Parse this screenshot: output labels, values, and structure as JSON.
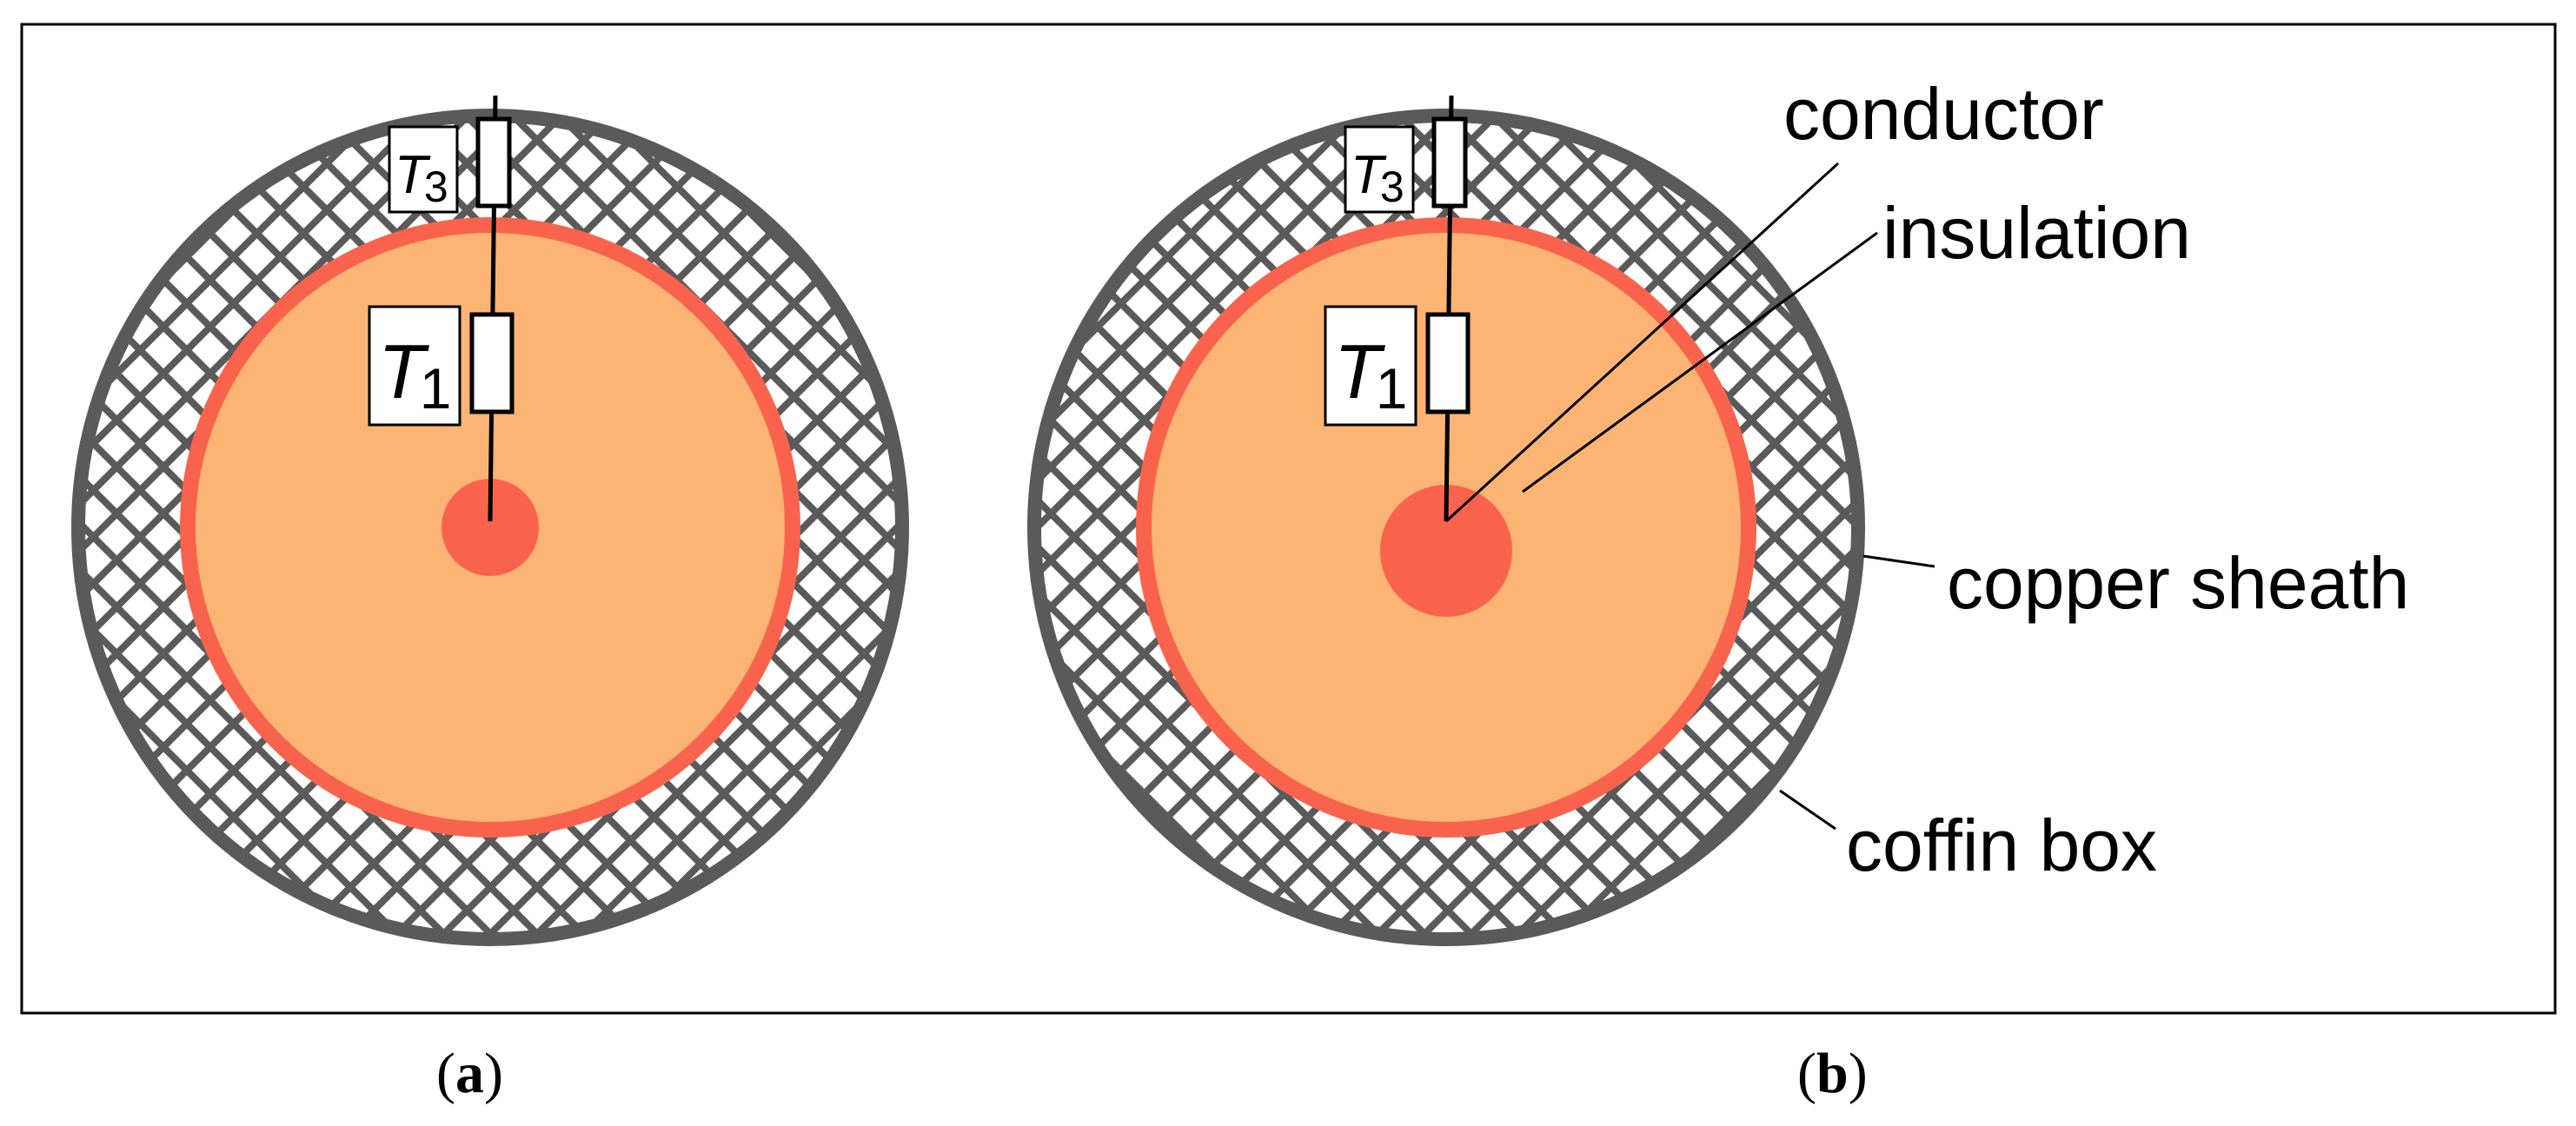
{
  "panels": [
    {
      "caption_open": "(",
      "caption_letter": "a",
      "caption_close": ")",
      "sensor_t3": {
        "letter": "T",
        "subscript": "3"
      },
      "sensor_t1": {
        "letter": "T",
        "subscript": "1"
      }
    },
    {
      "caption_open": "(",
      "caption_letter": "b",
      "caption_close": ")",
      "sensor_t3": {
        "letter": "T",
        "subscript": "3"
      },
      "sensor_t1": {
        "letter": "T",
        "subscript": "1"
      }
    }
  ],
  "labels": {
    "conductor": "conductor",
    "insulation": "insulation",
    "copper_sheath": "copper sheath",
    "coffin_box": "coffin box"
  },
  "colors": {
    "coffin_box_ring": "#5a5a5a",
    "hatch": "#5a5a5a",
    "copper_sheath": "#f9634e",
    "insulation": "#fbb473",
    "conductor": "#f9634e"
  }
}
